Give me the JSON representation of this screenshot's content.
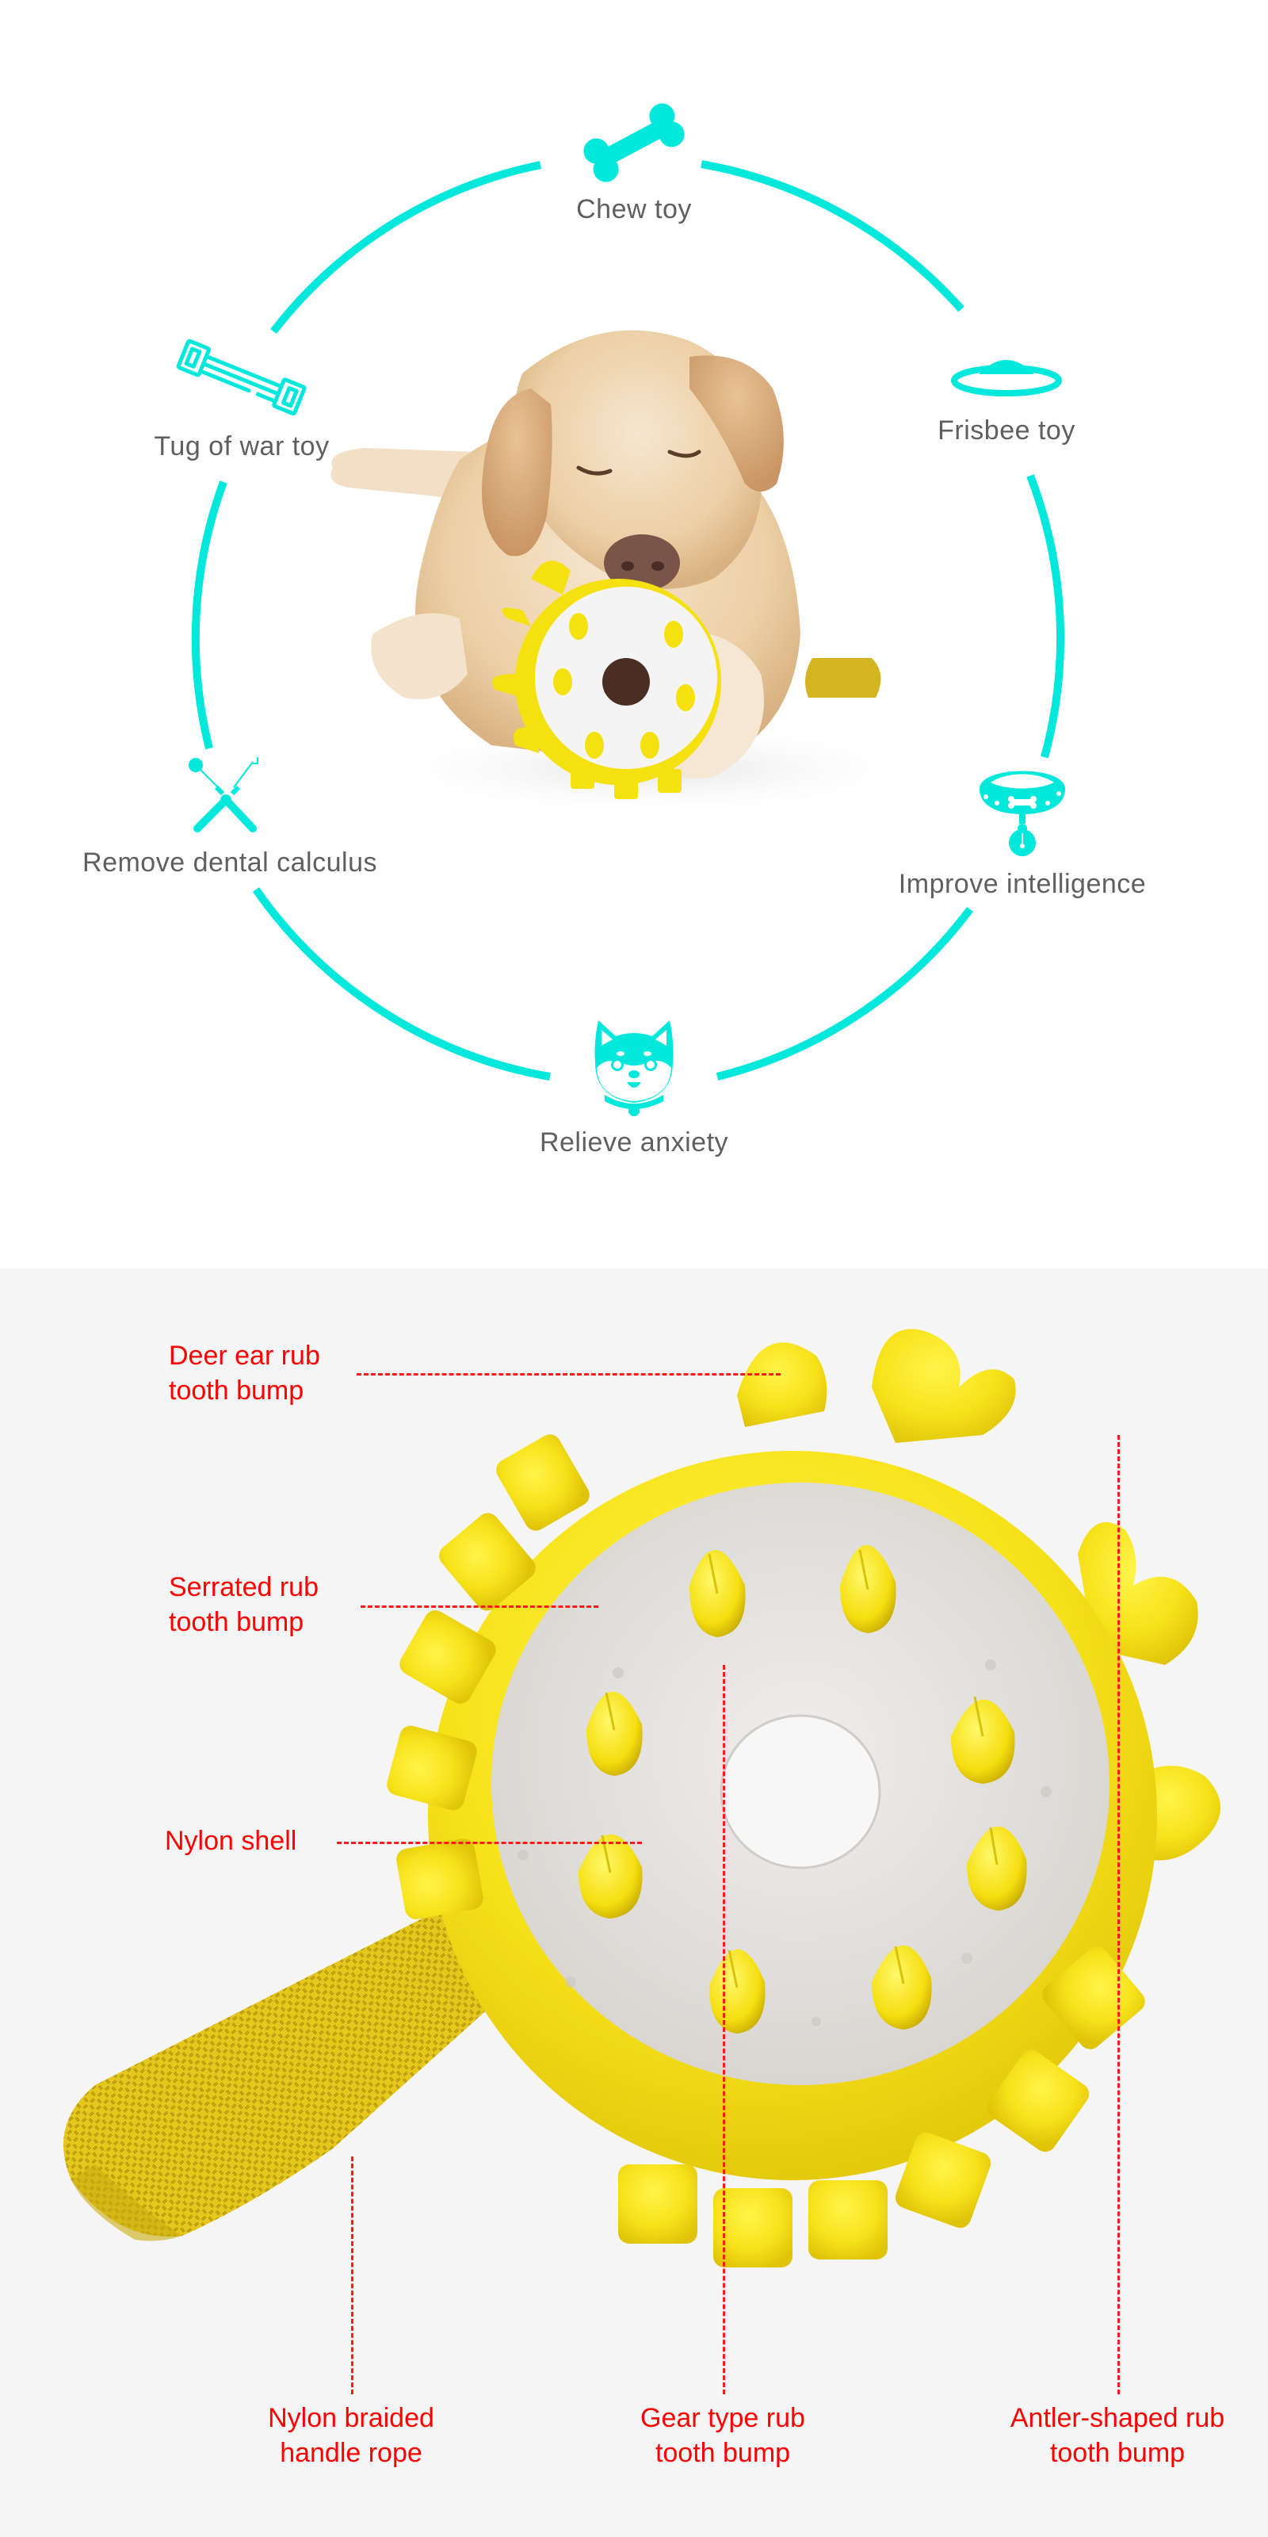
{
  "colors": {
    "ring": "#00E8DC",
    "label_gray": "#5F5F5F",
    "callout_red": "#FF0000",
    "toy_yellow": "#F7E21A",
    "toy_gray": "#E6E4E1",
    "bottom_bg": "#F5F5F5"
  },
  "features_section": {
    "center_image": "puppy-chewing-yellow-gear-toy",
    "features": [
      {
        "label": "Chew toy",
        "icon": "bone-icon"
      },
      {
        "label": "Frisbee toy",
        "icon": "frisbee-icon"
      },
      {
        "label": "Improve intelligence",
        "icon": "dog-collar-icon"
      },
      {
        "label": "Relieve anxiety",
        "icon": "shiba-dog-face-icon"
      },
      {
        "label": "Remove dental calculus",
        "icon": "dental-tools-icon"
      },
      {
        "label": "Tug of war toy",
        "icon": "tug-rope-icon"
      }
    ]
  },
  "anatomy_section": {
    "product_image": "yellow-gear-chew-toy-with-handle-rope",
    "callouts": [
      {
        "line1": "Deer ear rub",
        "line2": "tooth bump"
      },
      {
        "line1": "Serrated rub",
        "line2": "tooth bump"
      },
      {
        "line1": "Nylon shell",
        "line2": ""
      },
      {
        "line1": "Nylon braided",
        "line2": "handle rope"
      },
      {
        "line1": "Gear type rub",
        "line2": "tooth bump"
      },
      {
        "line1": "Antler-shaped rub",
        "line2": "tooth bump"
      }
    ]
  }
}
